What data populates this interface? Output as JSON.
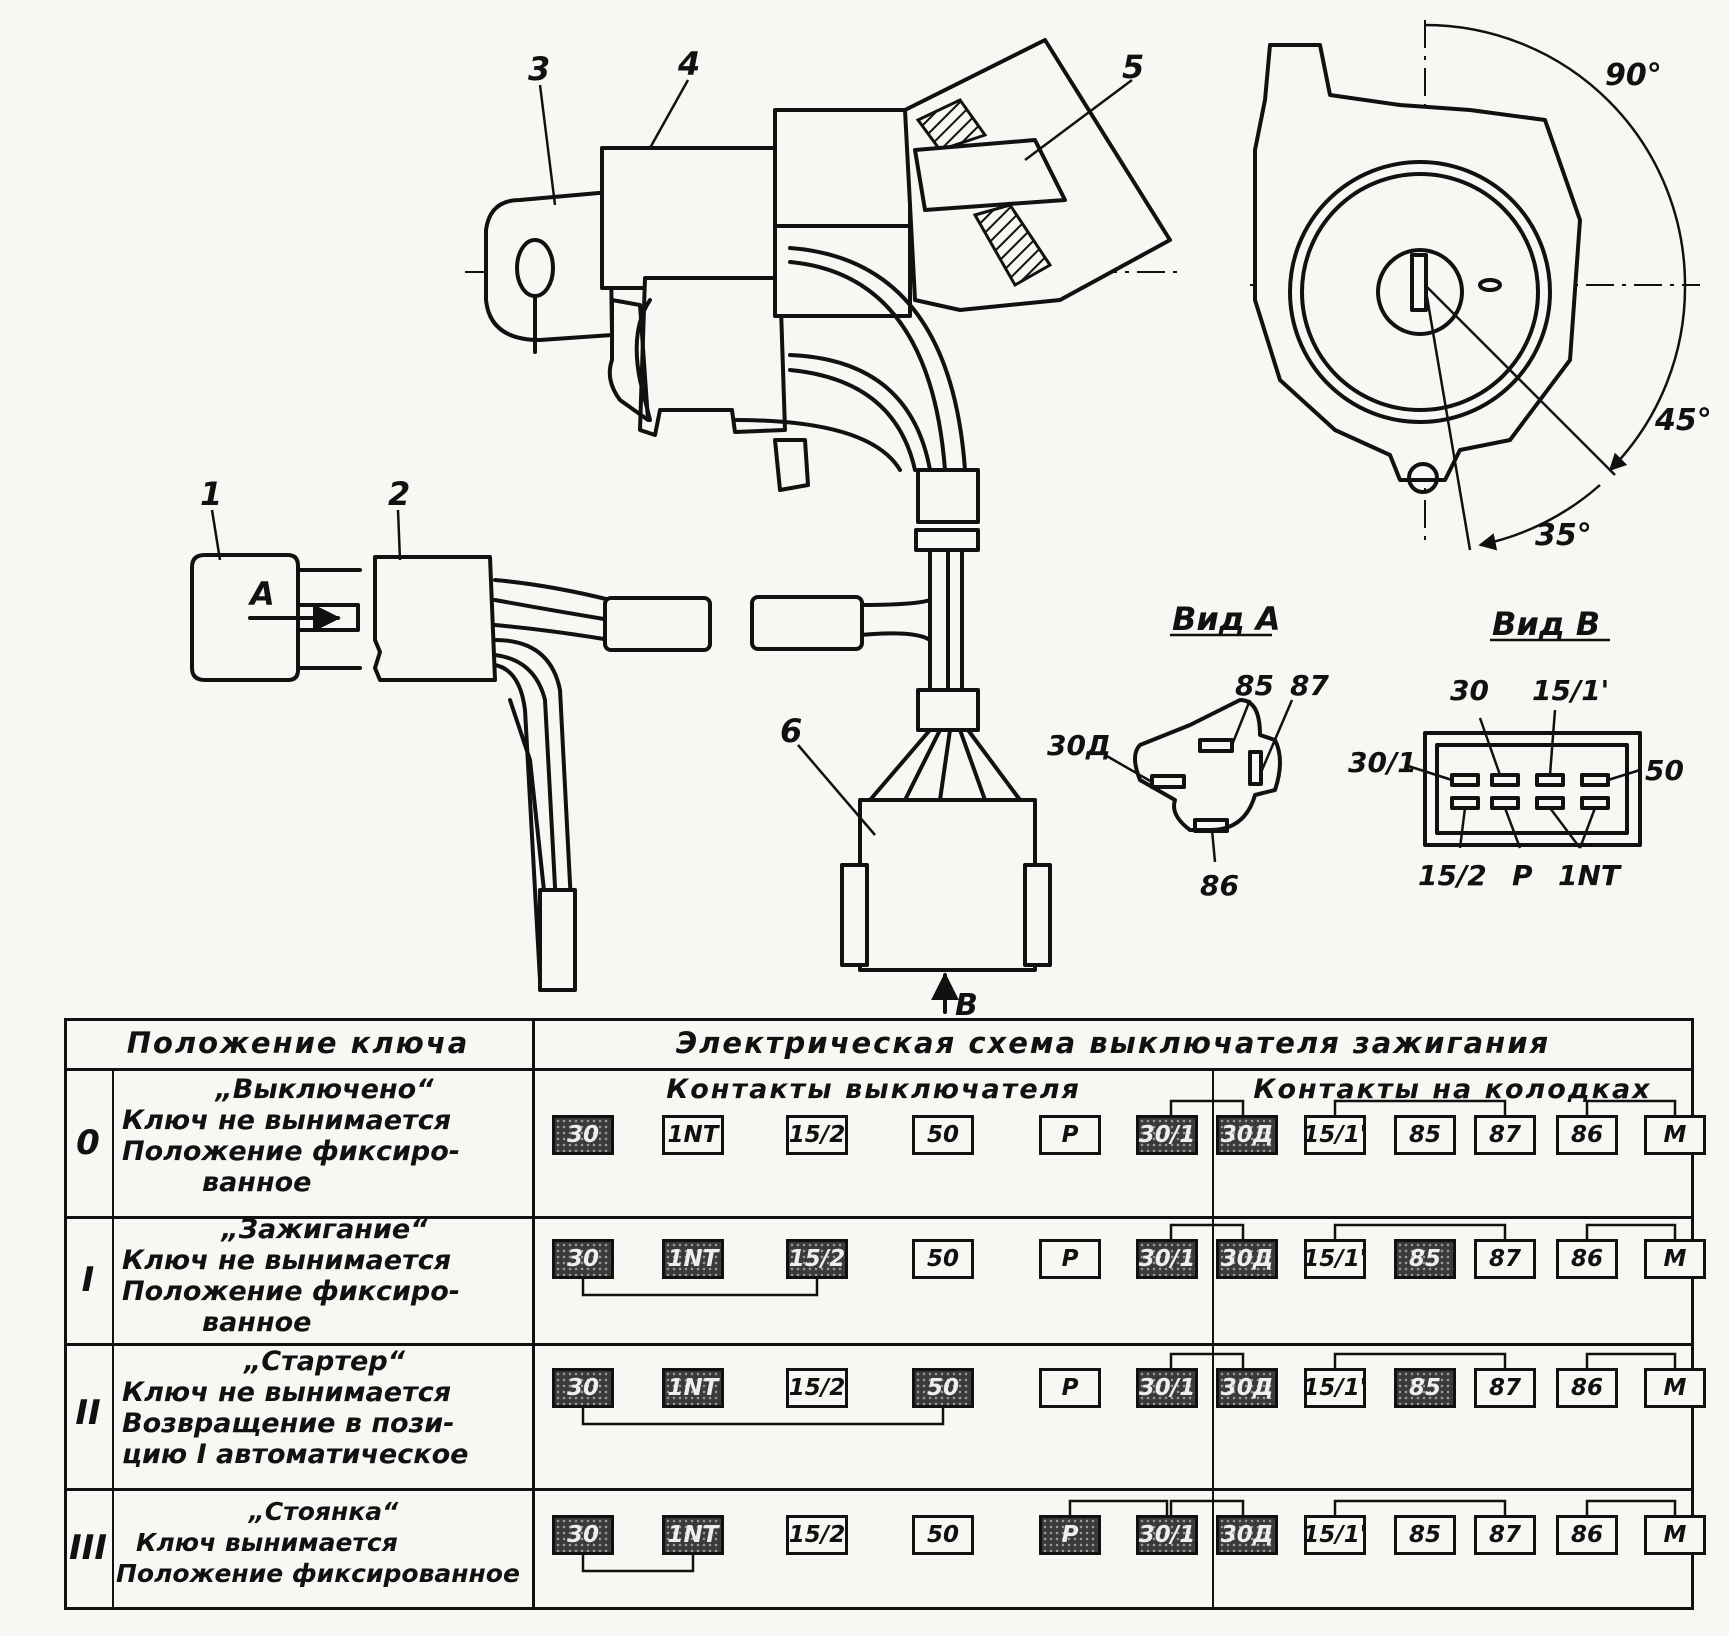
{
  "part_numbers": {
    "p1": "1",
    "p2": "2",
    "p3": "3",
    "p4": "4",
    "p5": "5",
    "p6": "6"
  },
  "arrow_labels": {
    "a": "A",
    "b": "B"
  },
  "angles": {
    "a90": "90°",
    "a45": "45°",
    "a35": "35°"
  },
  "view_a": {
    "title": "Вид А",
    "pins": {
      "p85": "85",
      "p87": "87",
      "p30d": "30Д",
      "p86": "86"
    }
  },
  "view_b": {
    "title": "Вид В",
    "pins": {
      "p30": "30",
      "p15_1": "15/1'",
      "p30_1": "30/1",
      "p50": "50",
      "p15_2": "15/2",
      "pP": "P",
      "p1nt": "1NT"
    }
  },
  "table": {
    "header_position": "Положение ключа",
    "header_scheme": "Электрическая схема выключателя зажигания",
    "subheader_switch": "Контакты выключателя",
    "subheader_blocks": "Контакты на колодках",
    "terminal_labels": [
      "30",
      "1NT",
      "15/2",
      "50",
      "P",
      "30/1",
      "30Д",
      "15/1'",
      "85",
      "87",
      "86",
      "M"
    ],
    "rows": [
      {
        "num": "0",
        "title": "„Выключено“",
        "line1": "Ключ не вынимается",
        "line2": "Положение фиксиро-",
        "line3": "ванное",
        "active": [
          "30",
          "30/1",
          "30Д"
        ]
      },
      {
        "num": "I",
        "title": "„Зажигание“",
        "line1": "Ключ не вынимается",
        "line2": "Положение фиксиро-",
        "line3": "ванное",
        "active": [
          "30",
          "1NT",
          "15/2",
          "30/1",
          "30Д",
          "85"
        ]
      },
      {
        "num": "II",
        "title": "„Стартер“",
        "line1": "Ключ не вынимается",
        "line2": "Возвращение в пози-",
        "line3": "цию I автоматическое",
        "active": [
          "30",
          "1NT",
          "50",
          "30/1",
          "30Д",
          "85"
        ]
      },
      {
        "num": "III",
        "title": "„Стоянка“",
        "line1": "Ключ вынимается",
        "line2": "Положение фиксированное",
        "line3": "",
        "active": [
          "30",
          "1NT",
          "P",
          "30/1",
          "30Д"
        ]
      }
    ]
  }
}
